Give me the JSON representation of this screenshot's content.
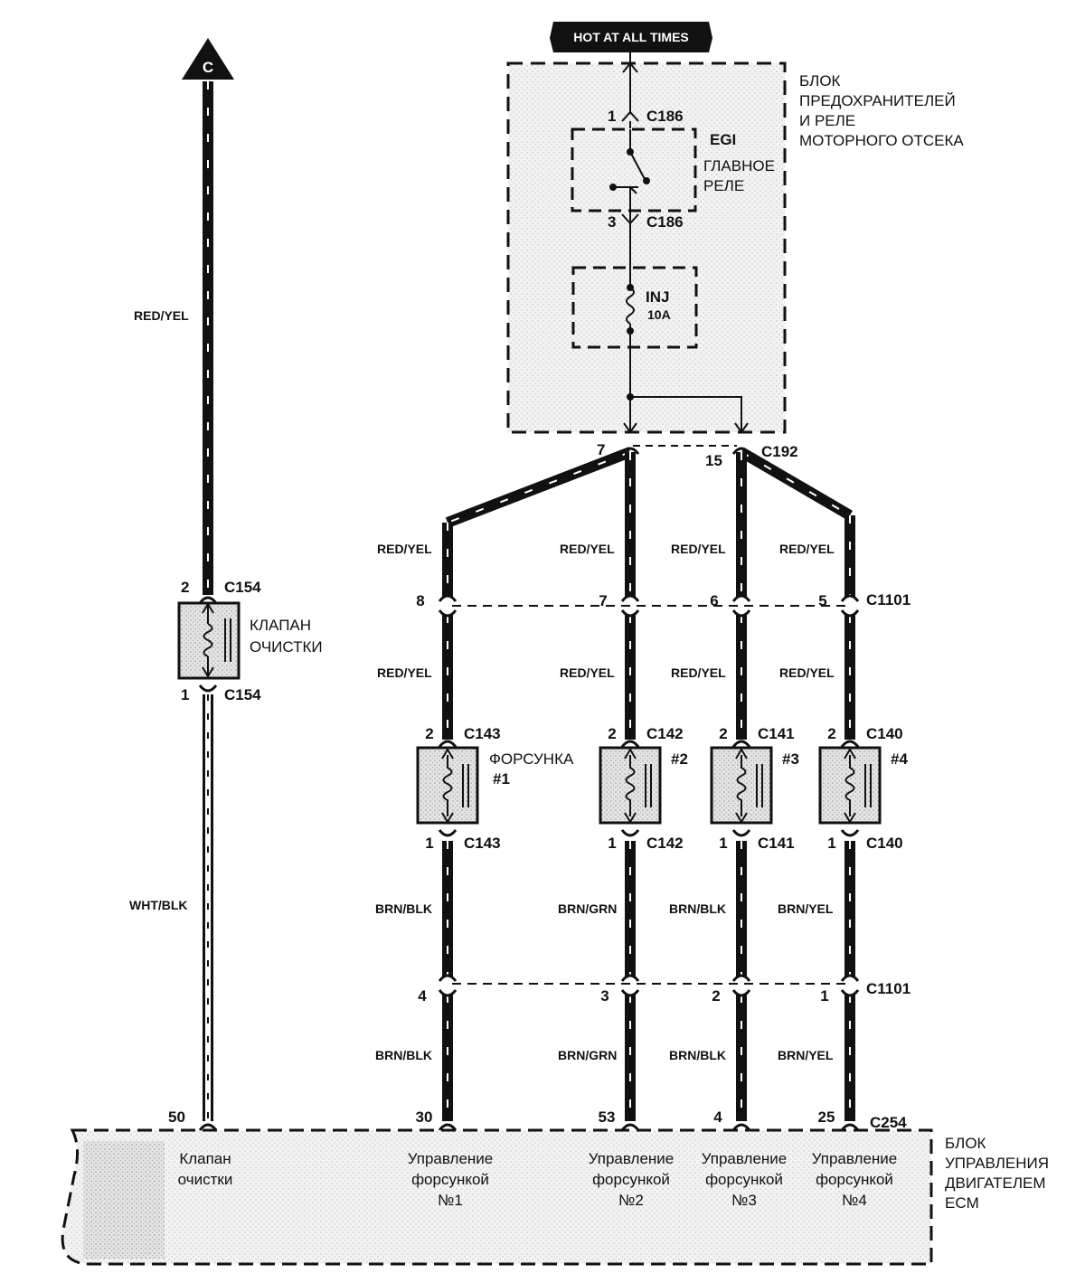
{
  "power_source": {
    "label": "HOT AT ALL TIMES"
  },
  "ground_marker": {
    "label": "C"
  },
  "fuse_relay_box": {
    "title": [
      "БЛОК",
      "ПРЕДОХРАНИТЕЛЕЙ",
      "И РЕЛЕ",
      "МОТОРНОГО ОТСЕКА"
    ]
  },
  "main_relay": {
    "code": "EGI",
    "name": [
      "ГЛАВНОЕ",
      "РЕЛЕ"
    ],
    "pin_in": "1",
    "conn_in": "C186",
    "pin_out": "3",
    "conn_out": "C186"
  },
  "fuse": {
    "name": "INJ",
    "rating": "10A"
  },
  "connector_c192": {
    "name": "C192",
    "pin_a": "7",
    "pin_b": "15"
  },
  "connector_c1101": {
    "name": "C1101",
    "upper_pins": [
      "8",
      "7",
      "6",
      "5"
    ],
    "lower_pins": [
      "4",
      "3",
      "2",
      "1"
    ]
  },
  "purge_valve": {
    "wire_top": "RED/YEL",
    "wire_bottom": "WHT/BLK",
    "pin_top": "2",
    "conn_top": "C154",
    "pin_bottom": "1",
    "conn_bottom": "C154",
    "name": [
      "КЛАПАН",
      "ОЧИСТКИ"
    ]
  },
  "injectors": [
    {
      "label": [
        "ФОРСУНКА",
        "#1"
      ],
      "conn": "C143",
      "pin_top": "2",
      "pin_bottom": "1",
      "wire_feed_upper": "RED/YEL",
      "wire_feed_lower": "RED/YEL",
      "wire_ctrl_upper": "BRN/BLK",
      "wire_ctrl_lower": "BRN/BLK",
      "ecm_pin": "30"
    },
    {
      "label": [
        "#2"
      ],
      "conn": "C142",
      "pin_top": "2",
      "pin_bottom": "1",
      "wire_feed_upper": "RED/YEL",
      "wire_feed_lower": "RED/YEL",
      "wire_ctrl_upper": "BRN/GRN",
      "wire_ctrl_lower": "BRN/GRN",
      "ecm_pin": "53"
    },
    {
      "label": [
        "#3"
      ],
      "conn": "C141",
      "pin_top": "2",
      "pin_bottom": "1",
      "wire_feed_upper": "RED/YEL",
      "wire_feed_lower": "RED/YEL",
      "wire_ctrl_upper": "BRN/BLK",
      "wire_ctrl_lower": "BRN/BLK",
      "ecm_pin": "4"
    },
    {
      "label": [
        "#4"
      ],
      "conn": "C140",
      "pin_top": "2",
      "pin_bottom": "1",
      "wire_feed_upper": "RED/YEL",
      "wire_feed_lower": "RED/YEL",
      "wire_ctrl_upper": "BRN/YEL",
      "wire_ctrl_lower": "BRN/YEL",
      "ecm_pin": "25"
    }
  ],
  "ecm": {
    "title": [
      "БЛОК",
      "УПРАВЛЕНИЯ",
      "ДВИГАТЕЛЕМ",
      "ECM"
    ],
    "connector": "C254",
    "purge_pin": "50",
    "functions": [
      [
        "Клапан",
        "очистки"
      ],
      [
        "Управление",
        "форсункой",
        "№1"
      ],
      [
        "Управление",
        "форсункой",
        "№2"
      ],
      [
        "Управление",
        "форсункой",
        "№3"
      ],
      [
        "Управление",
        "форсункой",
        "№4"
      ]
    ]
  }
}
